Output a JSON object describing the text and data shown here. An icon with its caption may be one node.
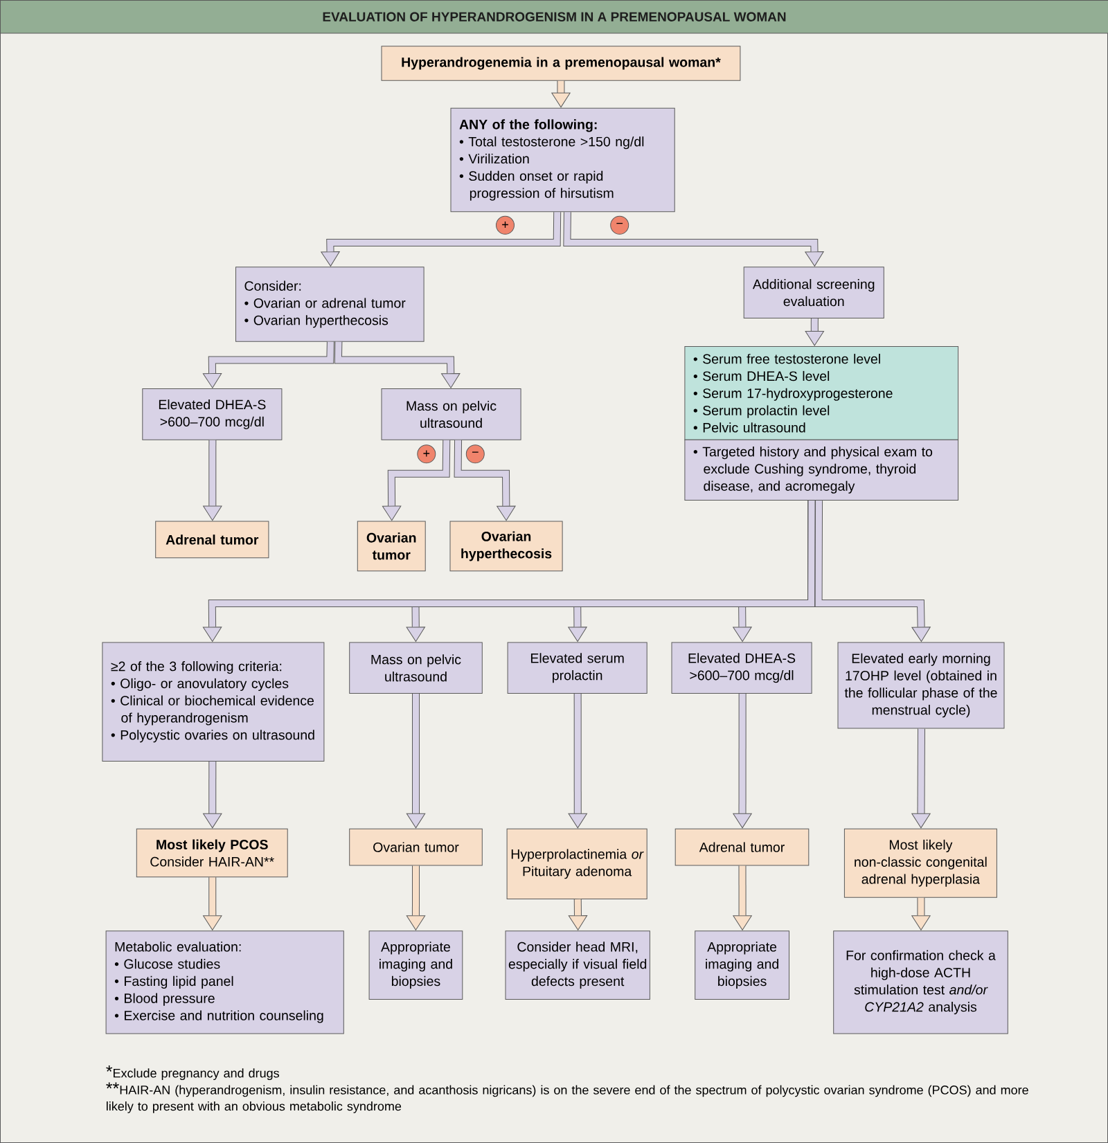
{
  "diagram": {
    "title": "EVALUATION OF HYPERANDROGENISM IN A PREMENOPAUSAL WOMAN",
    "nodes": [
      {
        "text": [
          "Hyperandrogenemia in a premenopausal woman*"
        ]
      },
      {
        "text": [
          "ANY of the following:",
          "• Total testosterone >150 ng/dl",
          "• Virilization",
          "• Sudden onset or rapid progression of hirsutism"
        ]
      },
      {
        "text": [
          "Consider:",
          "• Ovarian or adrenal tumor",
          "• Ovarian hyperthecosis"
        ]
      },
      {
        "text": [
          "Additional screening evaluation"
        ]
      },
      {
        "text": [
          "Elevated DHEA-S >600–700 mcg/dl"
        ]
      },
      {
        "text": [
          "Mass on pelvic ultrasound"
        ]
      },
      {
        "text": [
          "Adrenal tumor"
        ]
      },
      {
        "text": [
          "Ovarian tumor"
        ]
      },
      {
        "text": [
          "Ovarian hyperthecosis"
        ]
      },
      {
        "text": [
          "• Serum free testosterone level",
          "• Serum DHEA-S level",
          "• Serum 17-hydroxyprogesterone",
          "• Serum prolactin level",
          "• Pelvic ultrasound"
        ]
      },
      {
        "text": [
          "• Targeted history and physical exam to exclude Cushing syndrome, thyroid disease, and acromegaly"
        ]
      },
      {
        "text": [
          "≥2 of the 3 following criteria:",
          "• Oligo- or anovulatory cycles",
          "• Clinical or biochemical evidence of hyperandrogenism",
          "• Polycystic ovaries on ultrasound"
        ]
      },
      {
        "text": [
          "Mass on pelvic ultrasound"
        ]
      },
      {
        "text": [
          "Elevated serum prolactin"
        ]
      },
      {
        "text": [
          "Elevated DHEA-S >600–700 mcg/dl"
        ]
      },
      {
        "text": [
          "Elevated early morning 17OHP level (obtained in the follicular phase of the menstrual cycle)"
        ]
      },
      {
        "text": [
          "Most likely PCOS",
          "Consider HAIR-AN**"
        ]
      },
      {
        "text": [
          "Ovarian tumor"
        ]
      },
      {
        "text": [
          "Hyperprolactinemia *or* Pituitary adenoma"
        ]
      },
      {
        "text": [
          "Adrenal tumor"
        ]
      },
      {
        "text": [
          "Most likely non-classic congenital adrenal hyperplasia"
        ]
      },
      {
        "text": [
          "Metabolic evaluation:",
          "• Glucose studies",
          "• Fasting lipid panel",
          "• Blood pressure",
          "• Exercise and nutrition counseling"
        ]
      },
      {
        "text": [
          "Appropriate imaging and biopsies"
        ]
      },
      {
        "text": [
          "Consider head MRI, especially if visual field defects present"
        ]
      },
      {
        "text": [
          "Appropriate imaging and biopsies"
        ]
      },
      {
        "text": [
          "For confirmation check a high-dose ACTH stimulation test *and/or* *CYP21A2* analysis"
        ]
      }
    ],
    "edges": [
      {
        "from": 0,
        "to": 1,
        "arrow": "to"
      },
      {
        "from": 1,
        "to": 2,
        "arrow": "to",
        "label": "+"
      },
      {
        "from": 1,
        "to": 3,
        "arrow": "to",
        "label": "−"
      },
      {
        "from": 2,
        "to": 4,
        "arrow": "to"
      },
      {
        "from": 2,
        "to": 5,
        "arrow": "to"
      },
      {
        "from": 4,
        "to": 6,
        "arrow": "to"
      },
      {
        "from": 5,
        "to": 7,
        "arrow": "to",
        "label": "+"
      },
      {
        "from": 5,
        "to": 8,
        "arrow": "to",
        "label": "−"
      },
      {
        "from": 3,
        "to": 9,
        "arrow": "to"
      },
      {
        "from": 10,
        "to": 11,
        "arrow": "to"
      },
      {
        "from": 10,
        "to": 12,
        "arrow": "to"
      },
      {
        "from": 10,
        "to": 13,
        "arrow": "to"
      },
      {
        "from": 10,
        "to": 14,
        "arrow": "to"
      },
      {
        "from": 10,
        "to": 15,
        "arrow": "to"
      },
      {
        "from": 11,
        "to": 16,
        "arrow": "to"
      },
      {
        "from": 12,
        "to": 17,
        "arrow": "to"
      },
      {
        "from": 13,
        "to": 18,
        "arrow": "to"
      },
      {
        "from": 14,
        "to": 19,
        "arrow": "to"
      },
      {
        "from": 15,
        "to": 20,
        "arrow": "to"
      },
      {
        "from": 16,
        "to": 21,
        "arrow": "to"
      },
      {
        "from": 17,
        "to": 22,
        "arrow": "to"
      },
      {
        "from": 18,
        "to": 23,
        "arrow": "to"
      },
      {
        "from": 19,
        "to": 24,
        "arrow": "to"
      },
      {
        "from": 20,
        "to": 25,
        "arrow": "to"
      }
    ],
    "labels": [
      "*",
      "Exclude pregnancy and drugs",
      "**",
      "HAIR-AN (hyperandrogenism, insulin resistance, and acanthosis nigricans) is on the severe end of the spectrum of polycystic ovarian syndrome (PCOS) and more likely to present with an obvious metabolic syndrome"
    ]
  }
}
